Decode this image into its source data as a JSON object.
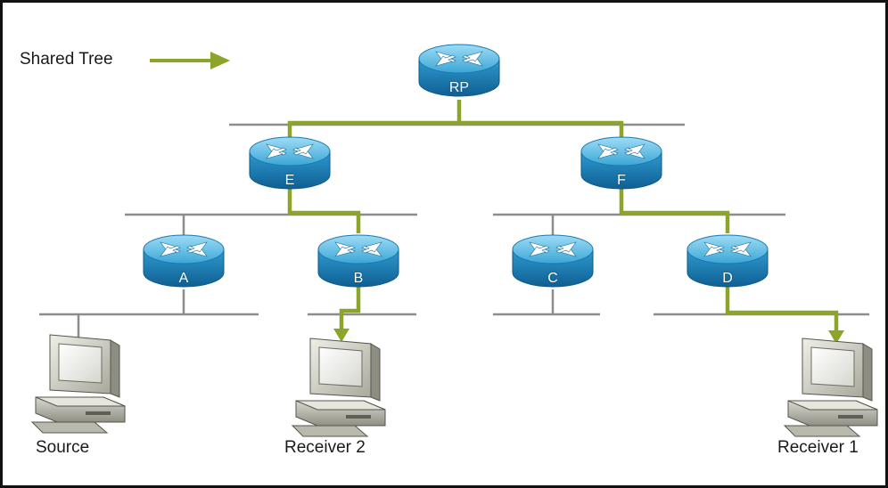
{
  "legend": {
    "label": "Shared Tree",
    "arrow_color": "#8aa52a"
  },
  "routers": [
    {
      "id": "rp",
      "label": "RP"
    },
    {
      "id": "e",
      "label": "E"
    },
    {
      "id": "f",
      "label": "F"
    },
    {
      "id": "a",
      "label": "A"
    },
    {
      "id": "b",
      "label": "B"
    },
    {
      "id": "c",
      "label": "C"
    },
    {
      "id": "d",
      "label": "D"
    }
  ],
  "hosts": [
    {
      "id": "source",
      "label": "Source"
    },
    {
      "id": "receiver2",
      "label": "Receiver 2"
    },
    {
      "id": "receiver1",
      "label": "Receiver 1"
    }
  ],
  "colors": {
    "tree": "#8aa52a",
    "lan": "#8c8c8c",
    "router": "#2a95c9",
    "frame": "#111111"
  }
}
